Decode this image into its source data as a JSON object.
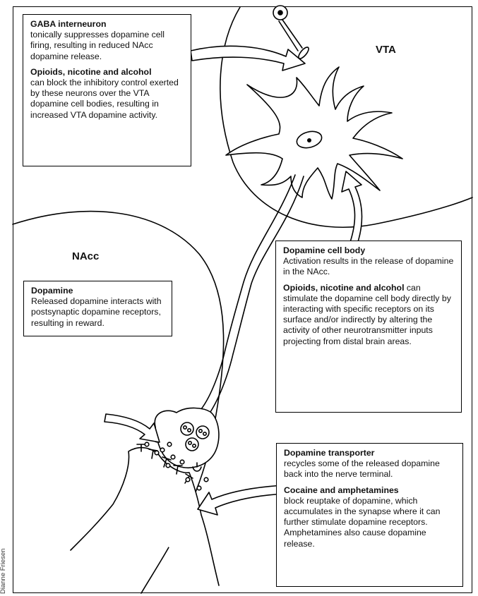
{
  "labels": {
    "vta": "VTA",
    "nacc": "NAcc"
  },
  "credit": "Dianne Friesen",
  "boxes": {
    "gaba": {
      "heading": "GABA interneuron",
      "text": "tonically suppresses dopamine cell firing, resulting in reduced NAcc dopamine release.",
      "heading2": "Opioids, nicotine and alcohol",
      "text2": "can block the inhibitory control exerted by these neurons over the VTA dopamine cell bodies, resulting in increased VTA dopamine activity."
    },
    "dopamine": {
      "heading": "Dopamine",
      "text": "Released dopamine interacts with postsynaptic dopamine receptors, resulting in reward."
    },
    "cell_body": {
      "heading": "Dopamine cell body",
      "text": "Activation results in the release of dopamine in the NAcc.",
      "heading2": "Opioids, nicotine and alcohol",
      "text2": " can stimulate the dopamine cell body directly by interacting with specific receptors on its surface and/or indirectly by altering the activity of other neurotransmitter inputs projecting from distal brain areas."
    },
    "transporter": {
      "heading": "Dopamine transporter",
      "text": "recycles some of the released dopamine back into the nerve terminal.",
      "heading2": "Cocaine and amphetamines",
      "text2": "block reuptake of dopamine, which accumulates in the synapse where it can further stimulate dopamine receptors. Amphetamines also cause dopamine release."
    }
  }
}
